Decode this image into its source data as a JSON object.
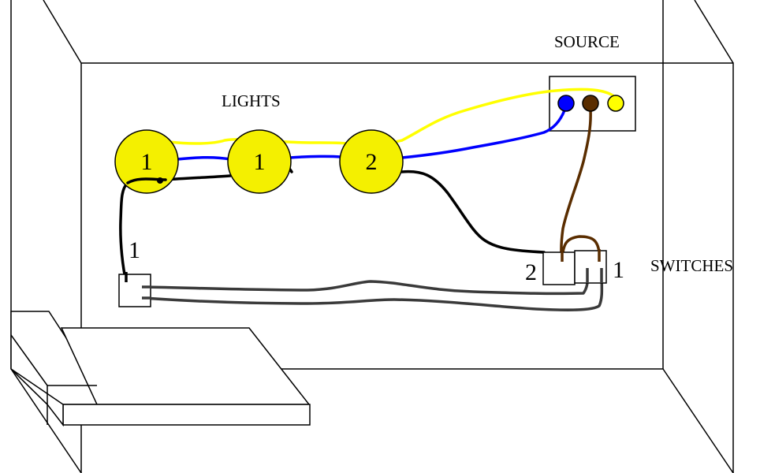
{
  "labels": {
    "lights": "LIGHTS",
    "source": "SOURCE",
    "switches": "SWITCHES"
  },
  "lights": [
    {
      "number": "1"
    },
    {
      "number": "1"
    },
    {
      "number": "2"
    }
  ],
  "switches": {
    "single_label": "1",
    "double_left_label": "2",
    "double_right_label": "1"
  },
  "source_terminals": [
    "blue",
    "brown",
    "yellow"
  ],
  "colors": {
    "bulb": "#f4f000",
    "yellow_wire": "#ffff00",
    "blue_wire": "#0000ff",
    "brown_wire": "#5a2d00",
    "black_wire": "#000000",
    "gray_wire": "#3a3a3a",
    "outline": "#000000"
  }
}
